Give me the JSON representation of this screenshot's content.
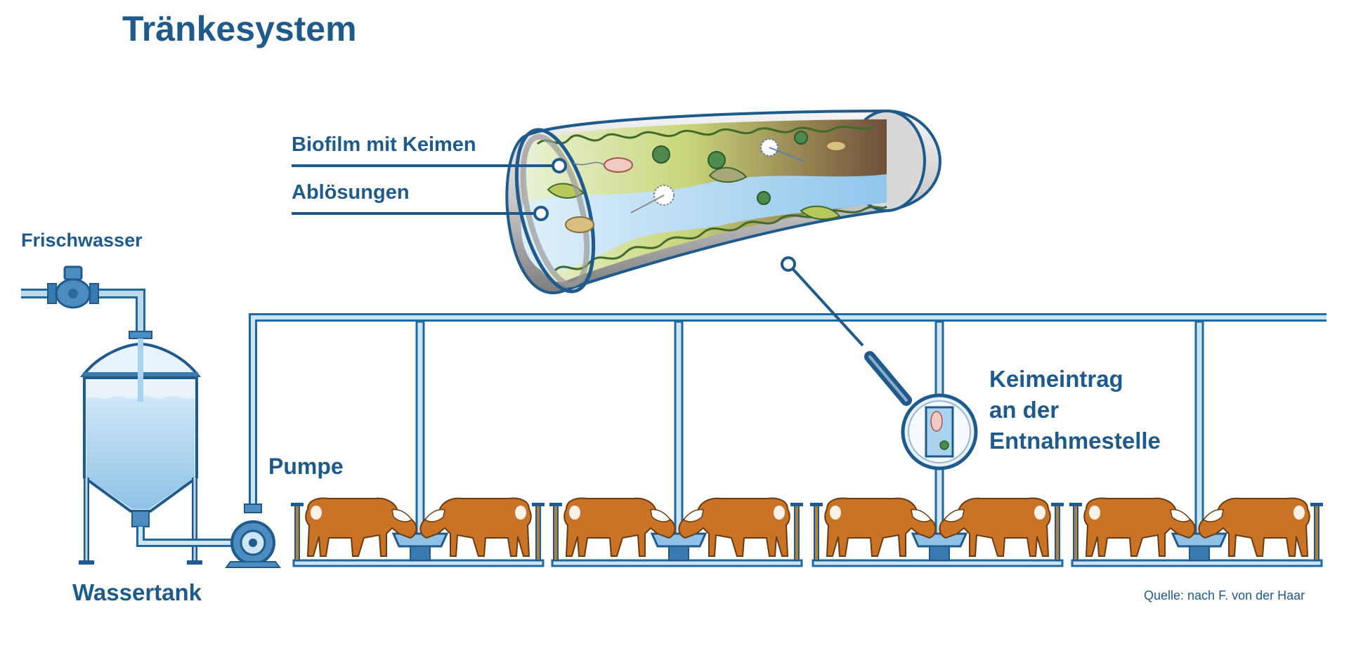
{
  "title": "Tränkesystem",
  "labels": {
    "biofilm": "Biofilm mit Keimen",
    "abloesungen": "Ablösungen",
    "frischwasser": "Frischwasser",
    "pumpe": "Pumpe",
    "wassertank": "Wassertank",
    "keimeintrag_line1": "Keimeintrag",
    "keimeintrag_line2": "an der",
    "keimeintrag_line3": "Entnahmestelle"
  },
  "source": "Quelle: nach F. von der Haar",
  "colors": {
    "label": "#1e5a8c",
    "pipe": "#1e6aa0",
    "pipe_fill": "#bcd9ee",
    "water": "#a9d3ef",
    "calf": "#c97326",
    "biofilm_green": "#b7c95a",
    "biofilm_brown": "#7a5a40"
  },
  "icons": [
    "magnifier-icon",
    "valve-icon",
    "pump-icon",
    "calf-icon",
    "microbe-icon"
  ]
}
